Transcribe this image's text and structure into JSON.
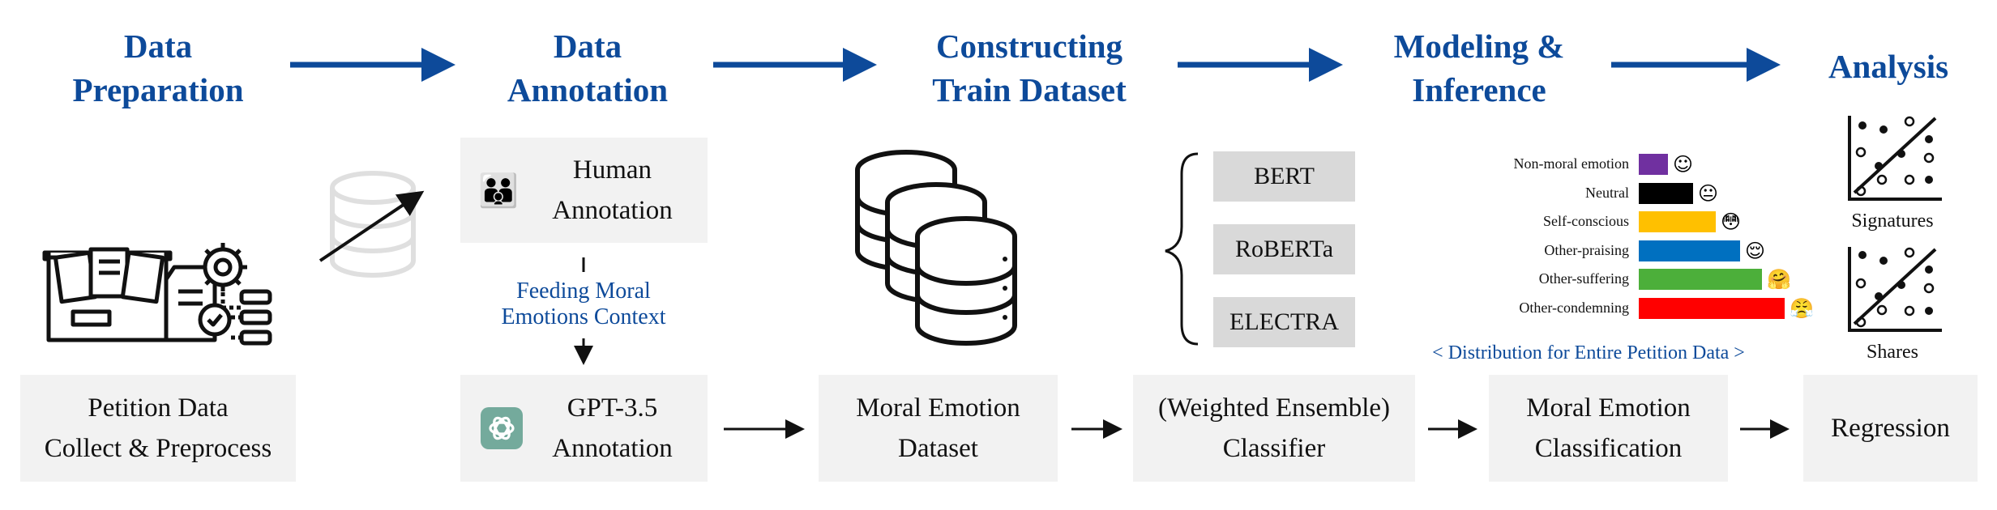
{
  "stages": [
    {
      "line1": "Data",
      "line2": "Preparation"
    },
    {
      "line1": "Data",
      "line2": "Annotation"
    },
    {
      "line1": "Constructing",
      "line2": "Train Dataset"
    },
    {
      "line1": "Modeling &",
      "line2": "Inference"
    },
    {
      "line1": "Analysis",
      "line2": ""
    }
  ],
  "bottom_boxes": [
    {
      "line1": "Petition Data",
      "line2": "Collect & Preprocess"
    },
    {
      "line1": "GPT-3.5",
      "line2": "Annotation"
    },
    {
      "line1": "Moral Emotion",
      "line2": "Dataset"
    },
    {
      "line1": "(Weighted Ensemble)",
      "line2": "Classifier"
    },
    {
      "line1": "Moral Emotion",
      "line2": "Classification"
    },
    {
      "line1": "Regression",
      "line2": ""
    }
  ],
  "human_annotation": {
    "line1": "Human",
    "line2": "Annotation",
    "icon": "family-emoji-icon",
    "icon_glyph": "👪"
  },
  "feeding_context": {
    "line1": "Feeding Moral",
    "line2": "Emotions Context"
  },
  "models": [
    "BERT",
    "RoBERTa",
    "ELECTRA"
  ],
  "distribution": {
    "caption": "< Distribution for Entire Petition Data >",
    "categories": [
      "Non-moral emotion",
      "Neutral",
      "Self-conscious",
      "Other-praising",
      "Other-suffering",
      "Other-condemning"
    ],
    "relative_share": [
      0.18,
      0.33,
      0.47,
      0.62,
      0.75,
      0.89
    ],
    "colors": [
      "#7030a0",
      "#000000",
      "#ffc000",
      "#0070c0",
      "#4caf3a",
      "#ff0000"
    ],
    "emoji": [
      "☺",
      "😐",
      "😳",
      "😌",
      "🤗",
      "😤"
    ]
  },
  "scatter_labels": [
    "Signatures",
    "Shares"
  ],
  "colors": {
    "title_blue": "#0d4a9a",
    "box_gray": "#f2f2f2",
    "model_gray": "#d9d9d9",
    "gpt_green": "#74aa9c"
  }
}
